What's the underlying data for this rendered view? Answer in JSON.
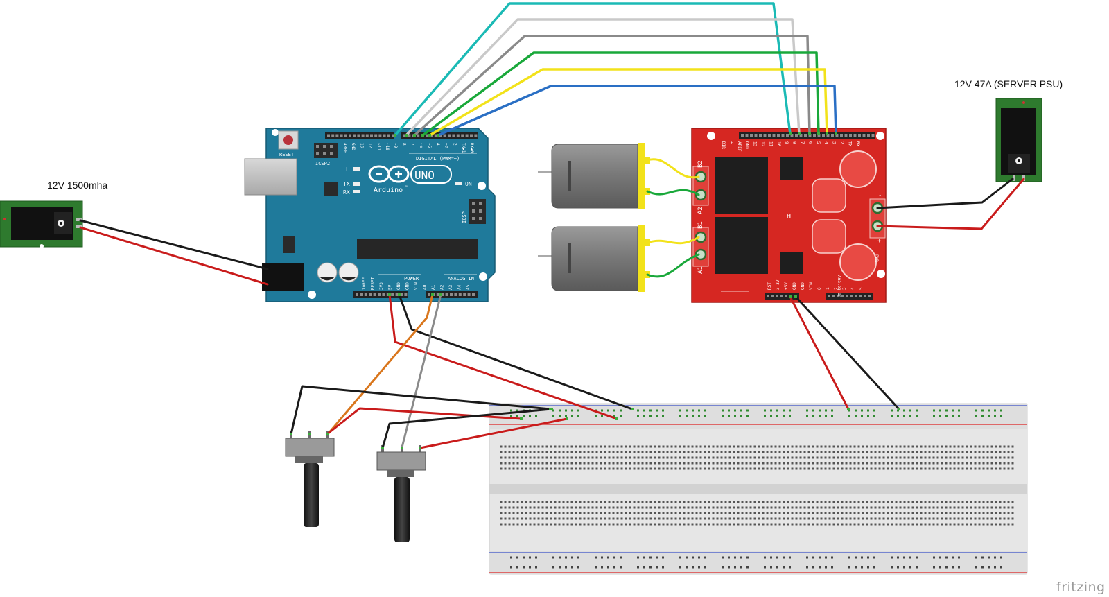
{
  "labels": {
    "batt_left": "12V 1500mha",
    "psu_right": "12V 47A (SERVER PSU)",
    "watermark": "fritzing"
  },
  "arduino": {
    "logo_symbol": "∞",
    "uno": "UNO",
    "brand": "Arduino",
    "tm": "™",
    "reset": "RESET",
    "icsp2": "ICSP2",
    "icsp": "ICSP",
    "led_l": "L",
    "led_tx": "TX",
    "led_rx": "RX",
    "led_on": "ON",
    "digital_header": "DIGITAL (PWM=~)",
    "power_header": "POWER",
    "analog_header": "ANALOG IN",
    "pins_top": [
      "AREF",
      "GND",
      "13",
      "12",
      "~11",
      "~10",
      "~9",
      "8",
      "7",
      "~6",
      "~5",
      "4",
      "~3",
      "2",
      "TX▶1",
      "RX◀0"
    ],
    "pins_bottom": [
      "IOREF",
      "RESET",
      "3V3",
      "5V",
      "GND",
      "GND",
      "VIN",
      "A0",
      "A1",
      "A2",
      "A3",
      "A4",
      "A5"
    ]
  },
  "shield": {
    "pins_top": [
      "DIR",
      "+",
      "AREF",
      "GND",
      "13",
      "12",
      "11",
      "10",
      "9",
      "8",
      "7",
      "6",
      "5",
      "4",
      "3",
      "2",
      "TX",
      "RX"
    ],
    "pins_bottom": [
      "RST",
      "3.3V",
      "+5V",
      "GND",
      "GND",
      "VIN",
      "0",
      "1",
      "2",
      "3",
      "4",
      "5"
    ],
    "motor_labels": [
      "B2",
      "A2",
      "B1",
      "A1"
    ],
    "bridge": "H",
    "analog_in": "Analog In",
    "pwr_minus": "-",
    "pwr_plus": "+",
    "pwr": "PWR"
  },
  "colors": {
    "arduino_blue": "#1f7a9b",
    "shield_red": "#d62722",
    "jack_green": "#2e7a2e",
    "wire_red": "#c91b1b",
    "wire_black": "#1a1a1a",
    "wire_cyan": "#1bbab5",
    "wire_gray": "#8a8a8a",
    "wire_lightgray": "#c9c9c9",
    "wire_green": "#19a83a",
    "wire_yellow": "#f2e21a",
    "wire_blue": "#2a6fc4",
    "wire_orange": "#d9761c",
    "motor_yellow": "#f2e21a"
  }
}
